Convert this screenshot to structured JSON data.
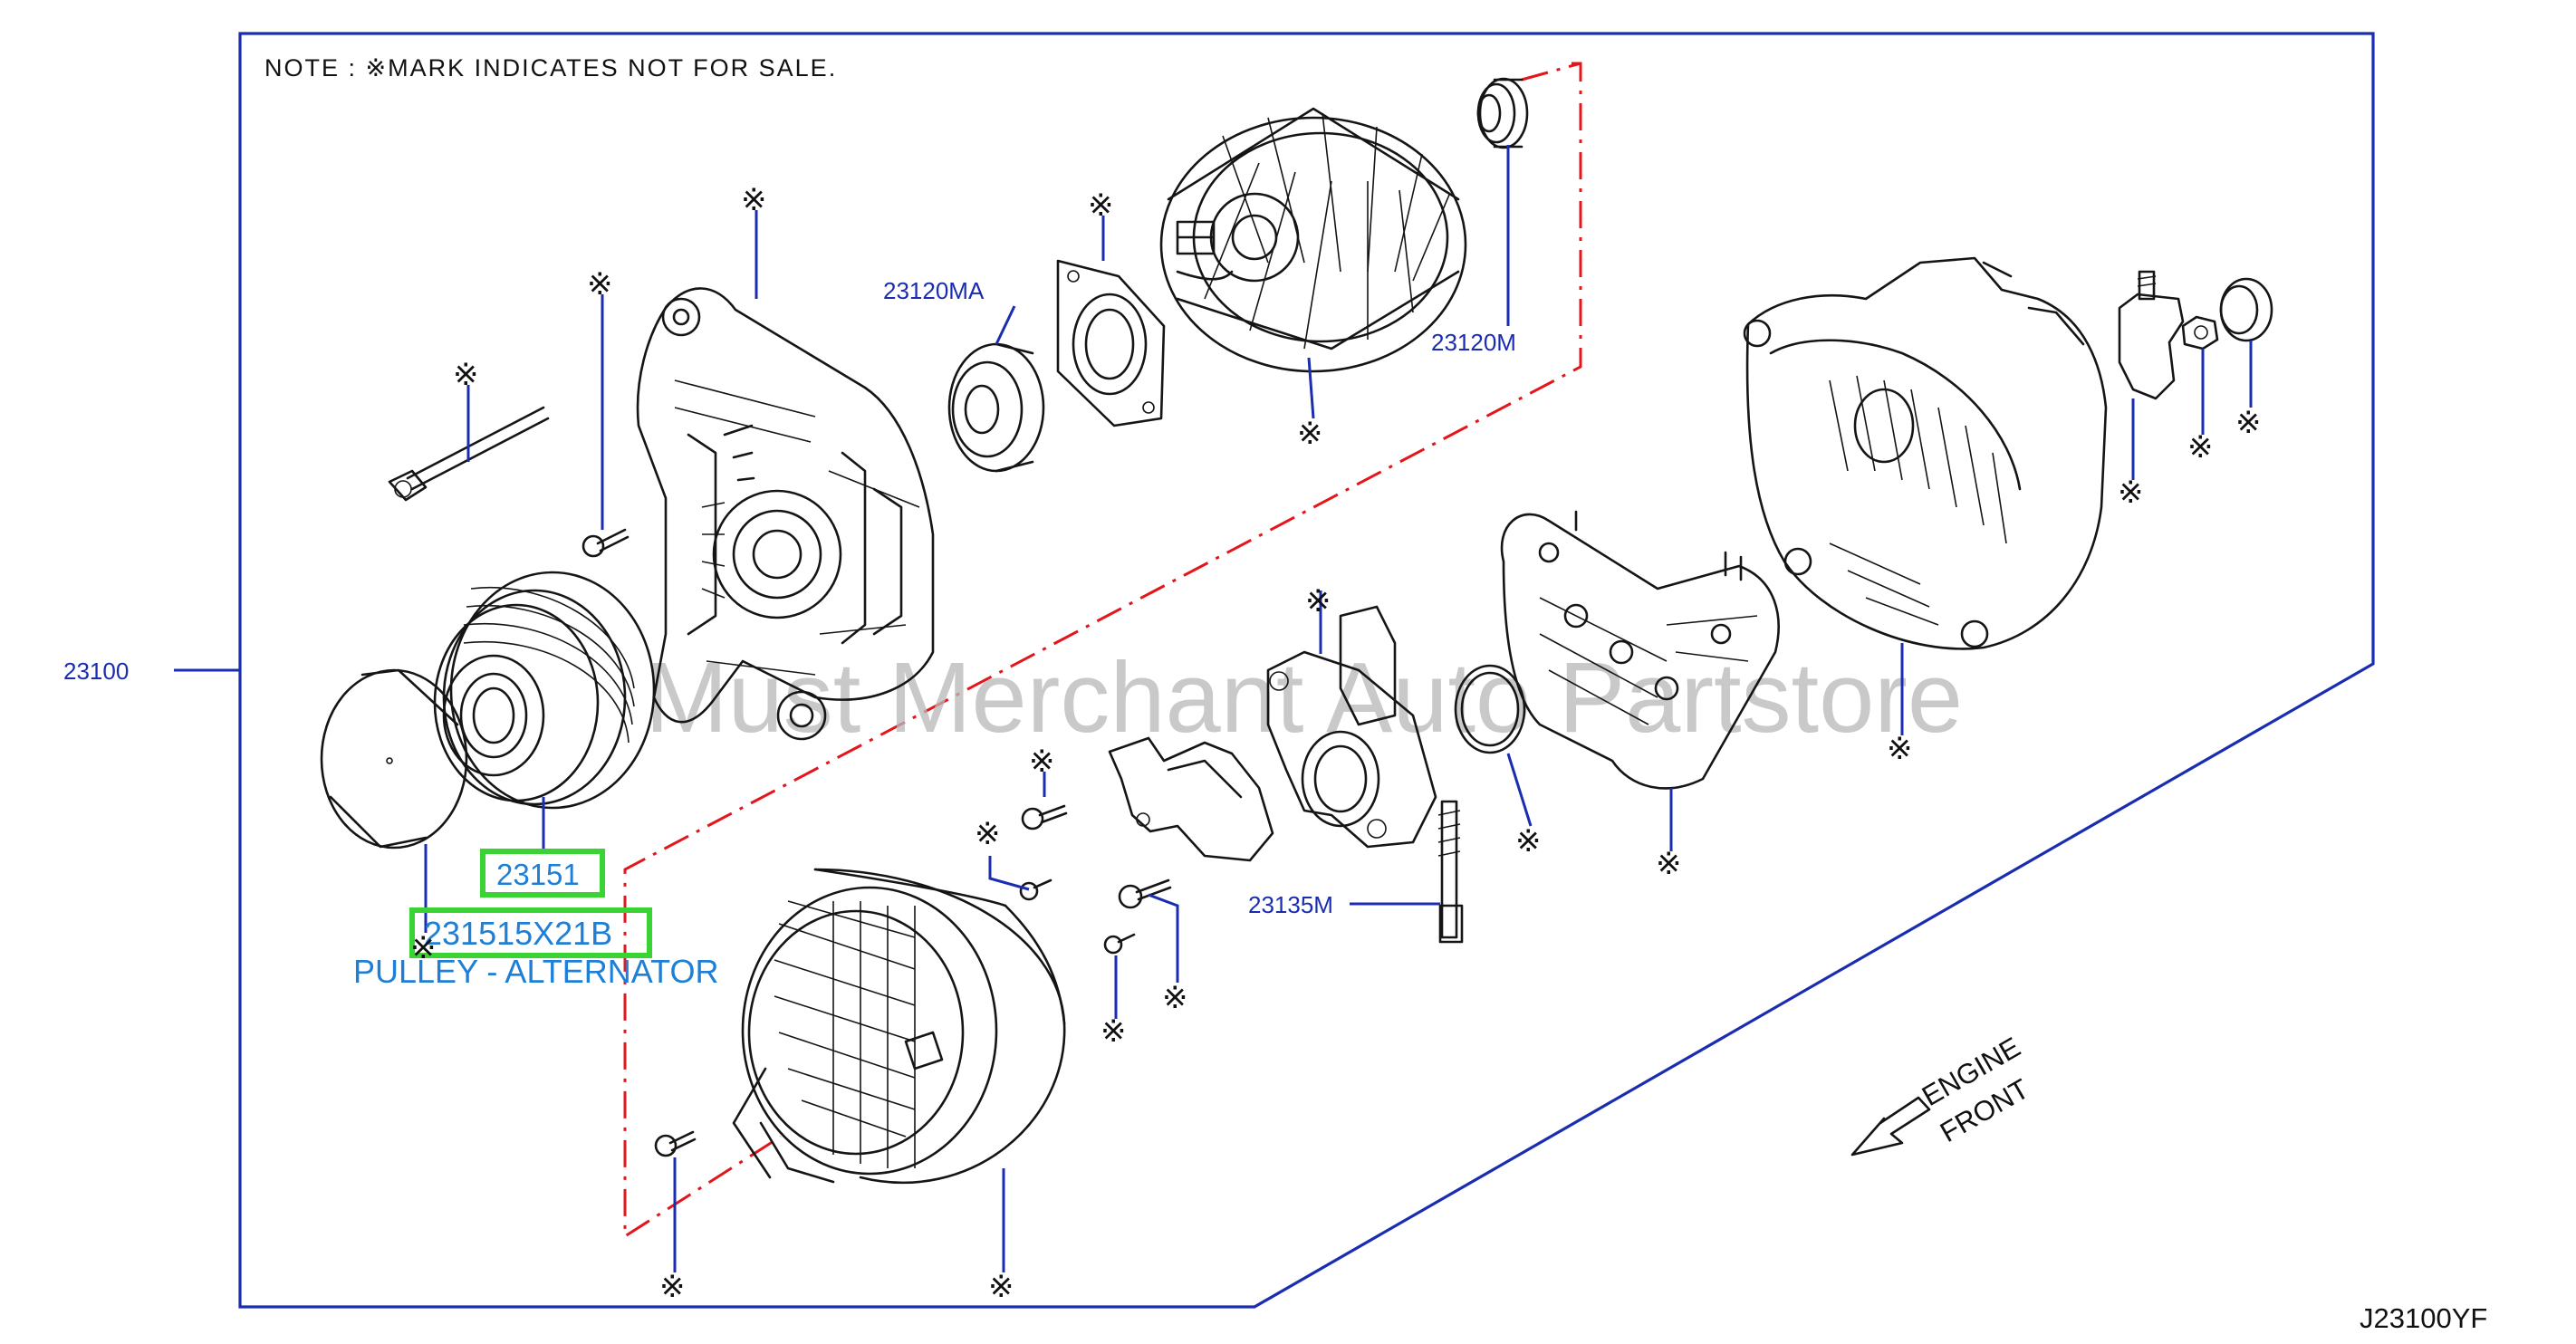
{
  "note": "NOTE : ※MARK INDICATES NOT FOR SALE.",
  "mark_symbol": "※",
  "watermark": "Must Merchant Auto Partstore",
  "diagram_code": "J23100YF",
  "engine_front": {
    "line1": "ENGINE",
    "line2": "FRONT"
  },
  "parts": {
    "assembly": "23100",
    "bearing_front": "23120MA",
    "bearing_rear": "23120M",
    "brush": "23135M",
    "pulley": "23151"
  },
  "selected": {
    "part_number": "231515X21B",
    "description": "PULLEY - ALTERNATOR"
  },
  "colors": {
    "leader": "#1a2db0",
    "boundary": "#e4151b",
    "highlight": "#39d334",
    "selected_text": "#1d7fd6"
  }
}
